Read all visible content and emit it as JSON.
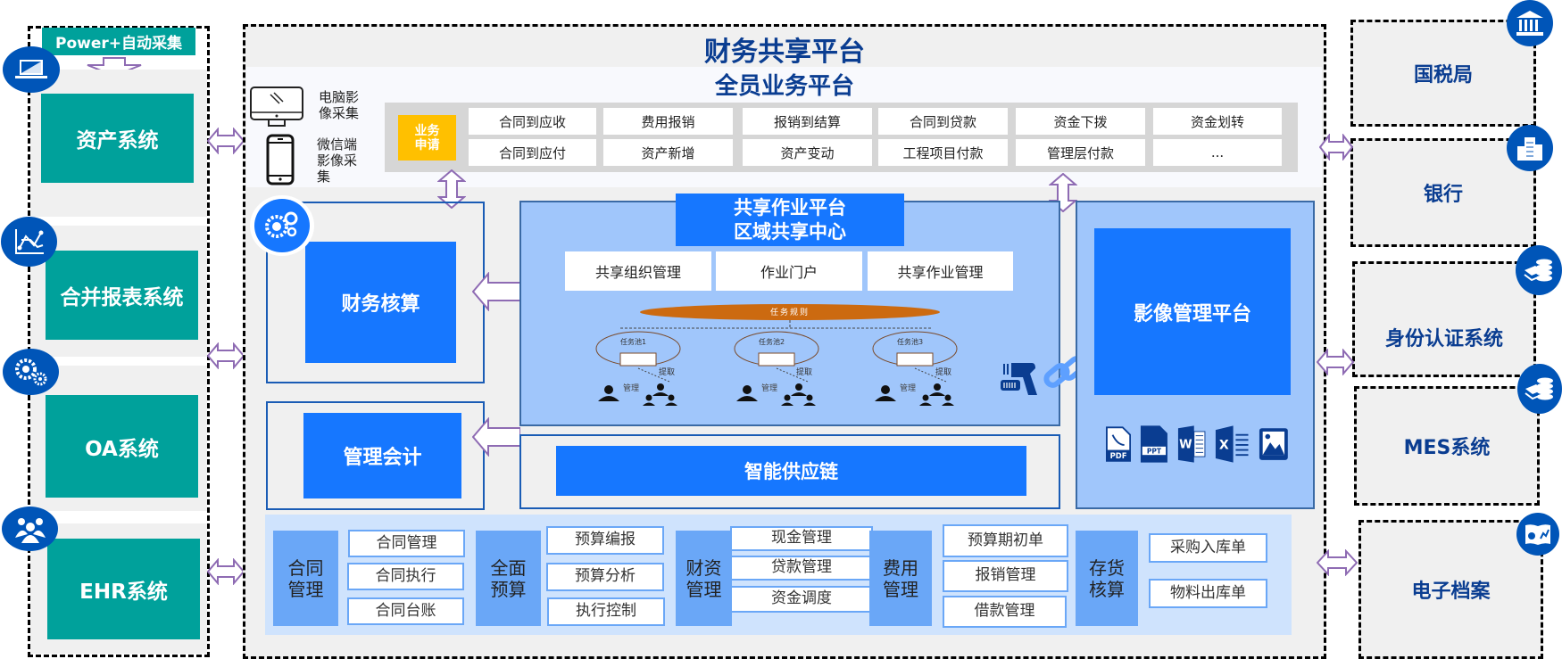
{
  "left_panel": {
    "power_label": "Power+自动采集",
    "systems": [
      {
        "label": "资产系统",
        "icon": "laptop-icon"
      },
      {
        "label": "合并报表系统",
        "icon": "chart-trend-icon"
      },
      {
        "label": "OA系统",
        "icon": "gears-icon"
      },
      {
        "label": "EHR系统",
        "icon": "people-group-icon"
      }
    ]
  },
  "center": {
    "title": "财务共享平台",
    "subtitle": "全员业务平台",
    "capture": {
      "pc": "电脑影像采集",
      "wechat": "微信端影像采集"
    },
    "business_apply": "业务申请",
    "business_cells": [
      [
        "合同到应收",
        "费用报销",
        "报销到结算",
        "合同到贷款",
        "资金下拨",
        "资金划转"
      ],
      [
        "合同到应付",
        "资产新增",
        "资产变动",
        "工程项目付款",
        "管理层付款",
        "..."
      ]
    ],
    "accounting": "财务核算",
    "mgmt_accounting": "管理会计",
    "shared_platform": {
      "title_line1": "共享作业平台",
      "title_line2": "区域共享中心",
      "tabs": [
        "共享组织管理",
        "作业门户",
        "共享作业管理"
      ],
      "rule": "任务规则",
      "pools": [
        {
          "name": "任务池1",
          "fetch": "提取",
          "manage": "管理"
        },
        {
          "name": "任务池2",
          "fetch": "提取",
          "manage": "管理"
        },
        {
          "name": "任务池3",
          "fetch": "提取",
          "manage": "管理"
        }
      ]
    },
    "supply_chain": "智能供应链",
    "image_platform": {
      "title": "影像管理平台",
      "file_types": [
        "PDF",
        "PPT",
        "W",
        "X",
        "IMG"
      ]
    },
    "modules": [
      {
        "label": "合同管理",
        "items": [
          "合同管理",
          "合同执行",
          "合同台账"
        ]
      },
      {
        "label": "全面预算",
        "items": [
          "预算编报",
          "预算分析",
          "执行控制"
        ]
      },
      {
        "label": "财资管理",
        "items": [
          "现金管理",
          "贷款管理",
          "资金调度"
        ]
      },
      {
        "label": "费用管理",
        "items": [
          "预算期初单",
          "报销管理",
          "借款管理"
        ]
      },
      {
        "label": "存货核算",
        "items": [
          "采购入库单",
          "物料出库单"
        ]
      }
    ]
  },
  "right_panel": {
    "systems": [
      {
        "label": "国税局",
        "icon": "bank-building-icon"
      },
      {
        "label": "银行",
        "icon": "office-building-icon"
      },
      {
        "label": "身份认证系统",
        "icon": "coins-stack-icon"
      },
      {
        "label": "MES系统",
        "icon": "coins-stack-icon"
      },
      {
        "label": "电子档案",
        "icon": "report-book-icon"
      }
    ]
  },
  "colors": {
    "teal": "#00a19b",
    "primary_blue": "#1677ff",
    "light_blue": "#a0c6fb",
    "navy": "#0a3d91",
    "yellow": "#ffc000",
    "arrow_purple": "#8e6bb3",
    "rule_orange": "#cc6a10"
  }
}
